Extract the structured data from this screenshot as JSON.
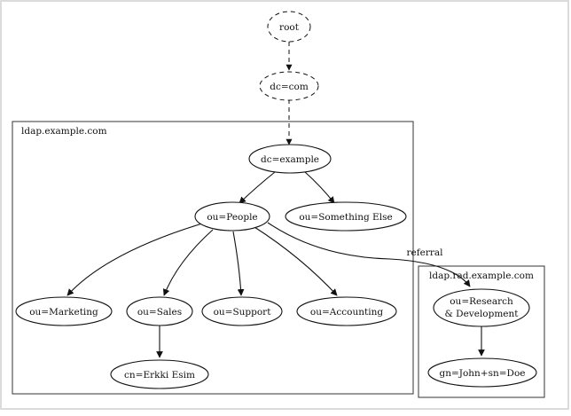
{
  "diagram": {
    "clusters": [
      {
        "id": "main",
        "label": "ldap.example.com"
      },
      {
        "id": "rad",
        "label": "ldap.rad.example.com"
      }
    ],
    "nodes": [
      {
        "id": "root",
        "lines": [
          "root"
        ],
        "style": "dashed"
      },
      {
        "id": "dc_com",
        "lines": [
          "dc=com"
        ],
        "style": "dashed"
      },
      {
        "id": "dc_example",
        "lines": [
          "dc=example"
        ],
        "style": "solid"
      },
      {
        "id": "ou_people",
        "lines": [
          "ou=People"
        ],
        "style": "solid"
      },
      {
        "id": "ou_something_else",
        "lines": [
          "ou=Something Else"
        ],
        "style": "solid"
      },
      {
        "id": "ou_marketing",
        "lines": [
          "ou=Marketing"
        ],
        "style": "solid"
      },
      {
        "id": "ou_sales",
        "lines": [
          "ou=Sales"
        ],
        "style": "solid"
      },
      {
        "id": "ou_support",
        "lines": [
          "ou=Support"
        ],
        "style": "solid"
      },
      {
        "id": "ou_accounting",
        "lines": [
          "ou=Accounting"
        ],
        "style": "solid"
      },
      {
        "id": "cn_erkki",
        "lines": [
          "cn=Erkki Esim"
        ],
        "style": "solid"
      },
      {
        "id": "ou_research",
        "lines": [
          "ou=Research",
          "& Development"
        ],
        "style": "solid"
      },
      {
        "id": "gn_john",
        "lines": [
          "gn=John+sn=Doe"
        ],
        "style": "solid"
      }
    ],
    "edges": [
      {
        "from": "root",
        "to": "dc_com",
        "style": "dashed"
      },
      {
        "from": "dc_com",
        "to": "dc_example",
        "style": "dashed"
      },
      {
        "from": "dc_example",
        "to": "ou_people",
        "style": "solid"
      },
      {
        "from": "dc_example",
        "to": "ou_something_else",
        "style": "solid"
      },
      {
        "from": "ou_people",
        "to": "ou_marketing",
        "style": "solid"
      },
      {
        "from": "ou_people",
        "to": "ou_sales",
        "style": "solid"
      },
      {
        "from": "ou_people",
        "to": "ou_support",
        "style": "solid"
      },
      {
        "from": "ou_people",
        "to": "ou_accounting",
        "style": "solid"
      },
      {
        "from": "ou_people",
        "to": "ou_research",
        "style": "solid",
        "label": "referral"
      },
      {
        "from": "ou_sales",
        "to": "cn_erkki",
        "style": "solid"
      },
      {
        "from": "ou_research",
        "to": "gn_john",
        "style": "solid"
      }
    ]
  }
}
